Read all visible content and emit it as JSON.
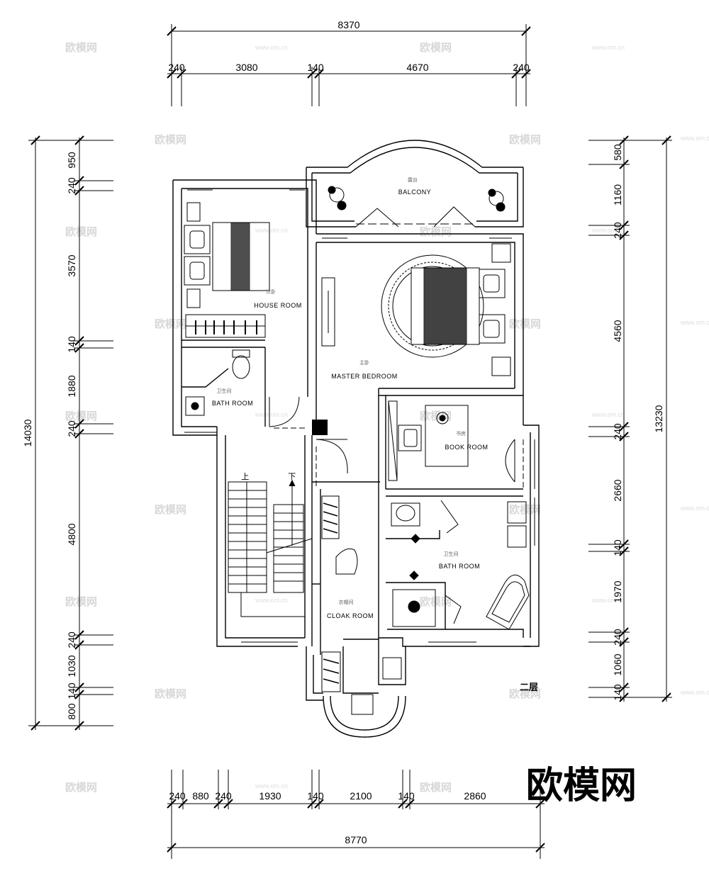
{
  "top_dimensions": {
    "total": "8370",
    "segments": [
      "240",
      "3080",
      "140",
      "4670",
      "240"
    ]
  },
  "bottom_dimensions": {
    "total": "8770",
    "segments": [
      "240",
      "880",
      "240",
      "1930",
      "140",
      "2100",
      "140",
      "2860"
    ]
  },
  "left_dimensions": {
    "total": "14030",
    "segments": [
      "950",
      "240",
      "3570",
      "140",
      "1880",
      "240",
      "4800",
      "240",
      "1030",
      "140",
      "800"
    ]
  },
  "right_dimensions": {
    "total": "13230",
    "segments": [
      "580",
      "1160",
      "240",
      "4560",
      "240",
      "2660",
      "140",
      "1970",
      "240",
      "1060",
      "140"
    ]
  },
  "rooms": {
    "balcony": {
      "cn": "露台",
      "en": "BALCONY"
    },
    "house_room": {
      "cn": "次卧",
      "en": "HOUSE ROOM"
    },
    "master_bedroom": {
      "cn": "主卧",
      "en": "MASTER BEDROOM"
    },
    "bath_room_small": {
      "cn": "卫生间",
      "en": "BATH ROOM"
    },
    "book_room": {
      "cn": "书房",
      "en": "BOOK ROOM"
    },
    "bath_room_large": {
      "cn": "卫生间",
      "en": "BATH ROOM"
    },
    "cloak_room": {
      "cn": "衣帽间",
      "en": "CLOAK ROOM"
    }
  },
  "stair_labels": {
    "up": "上",
    "down": "下"
  },
  "floor_label": "二层",
  "logo_text": "欧模网",
  "watermark": {
    "text": "欧模网",
    "url": "www.om.cn"
  },
  "colors": {
    "line": "#000000",
    "watermark": "#d8d8d8",
    "background": "#ffffff"
  }
}
